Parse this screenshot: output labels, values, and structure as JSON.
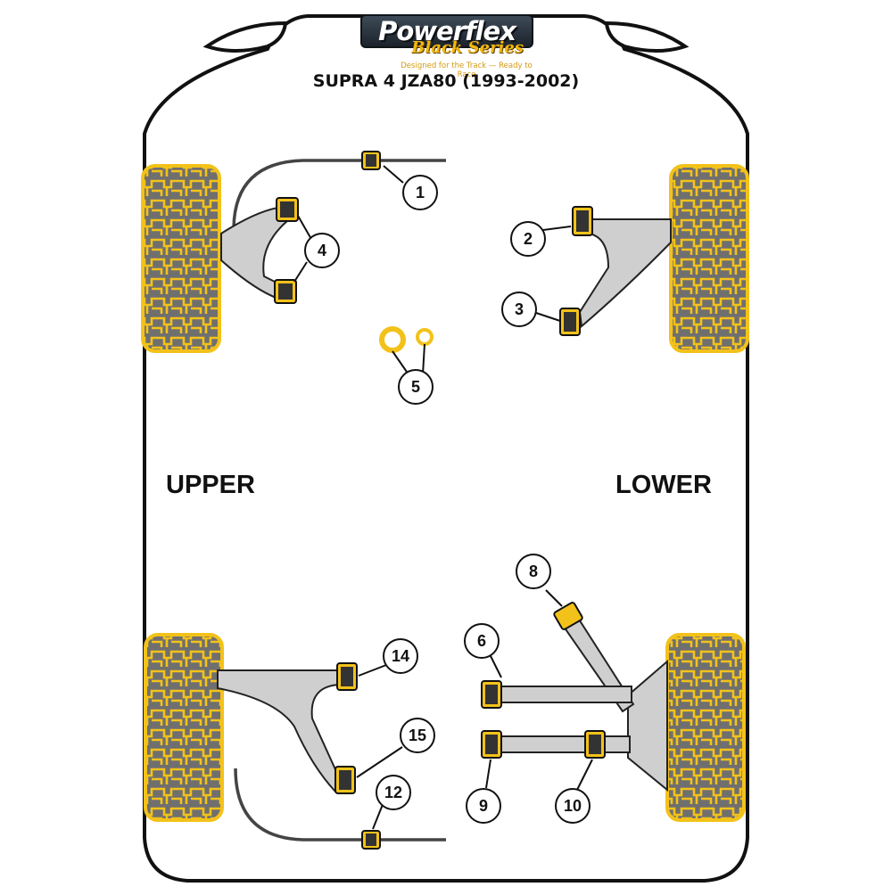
{
  "header": {
    "brand": "Powerflex",
    "series": "Black Series",
    "tagline": "Designed for the Track — Ready to Race",
    "model": "SUPRA 4 JZA80 (1993-2002)"
  },
  "labels": {
    "upper": "UPPER",
    "lower": "LOWER"
  },
  "callouts": [
    "1",
    "2",
    "3",
    "4",
    "5",
    "6",
    "8",
    "9",
    "10",
    "12",
    "14",
    "15"
  ],
  "colors": {
    "bush_yellow": "#f3c21a",
    "arm_grey": "#cfcfcf",
    "tyre_grey": "#777777",
    "outline": "#111111"
  }
}
